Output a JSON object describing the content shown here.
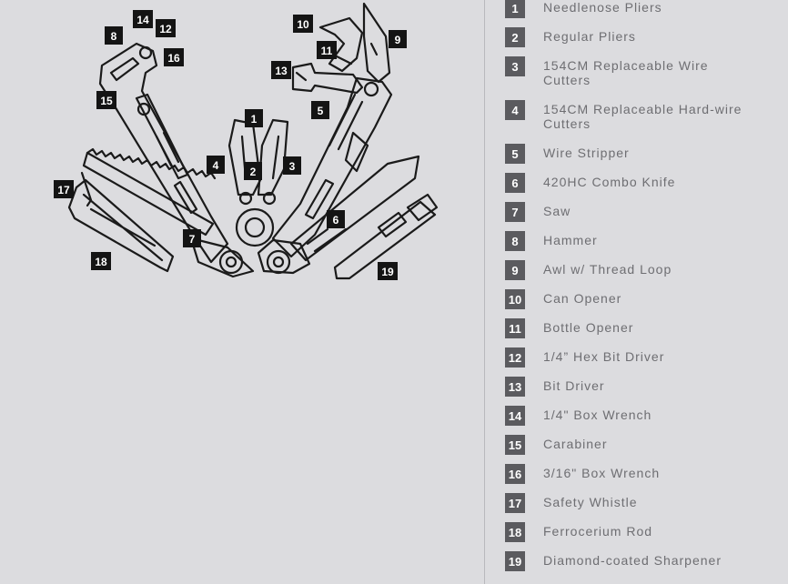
{
  "colors": {
    "background": "#dcdcdf",
    "badge": "#5b5b5f",
    "label": "#6e6e72",
    "outline": "#1a1a1a"
  },
  "callouts": [
    "1",
    "2",
    "3",
    "4",
    "5",
    "6",
    "7",
    "8",
    "9",
    "10",
    "11",
    "12",
    "13",
    "14",
    "15",
    "16",
    "17",
    "18",
    "19"
  ],
  "legend": [
    {
      "number": "1",
      "label": "Needlenose Pliers"
    },
    {
      "number": "2",
      "label": "Regular Pliers"
    },
    {
      "number": "3",
      "label": "154CM Replaceable Wire Cutters"
    },
    {
      "number": "4",
      "label": "154CM Replaceable Hard-wire Cutters"
    },
    {
      "number": "5",
      "label": "Wire Stripper"
    },
    {
      "number": "6",
      "label": "420HC Combo Knife"
    },
    {
      "number": "7",
      "label": "Saw"
    },
    {
      "number": "8",
      "label": "Hammer"
    },
    {
      "number": "9",
      "label": "Awl w/ Thread Loop"
    },
    {
      "number": "10",
      "label": "Can Opener"
    },
    {
      "number": "11",
      "label": "Bottle Opener"
    },
    {
      "number": "12",
      "label": "1/4” Hex Bit Driver"
    },
    {
      "number": "13",
      "label": "Bit Driver"
    },
    {
      "number": "14",
      "label": "1/4\" Box Wrench"
    },
    {
      "number": "15",
      "label": "Carabiner"
    },
    {
      "number": "16",
      "label": "3/16\" Box Wrench"
    },
    {
      "number": "17",
      "label": "Safety Whistle"
    },
    {
      "number": "18",
      "label": "Ferrocerium Rod"
    },
    {
      "number": "19",
      "label": "Diamond-coated Sharpener"
    }
  ]
}
